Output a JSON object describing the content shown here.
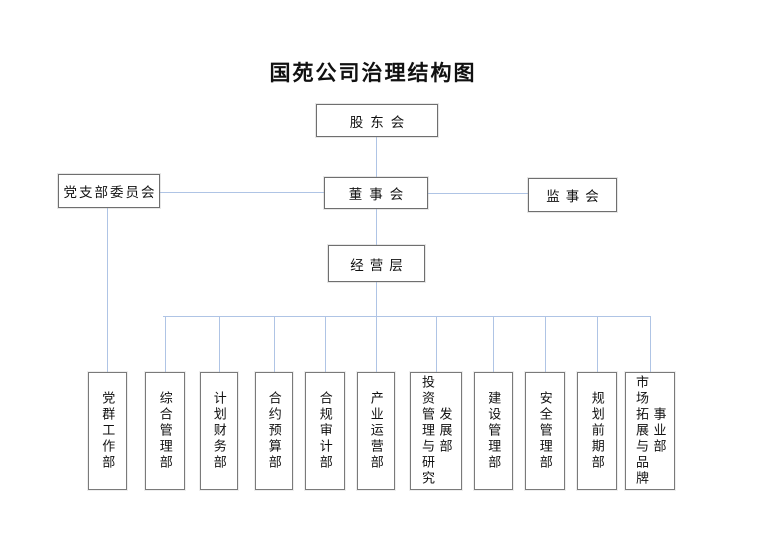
{
  "title": "国苑公司治理结构图",
  "colors": {
    "connector_line": "#afc4e5",
    "box_border": "#6f6f6f",
    "text": "#111111",
    "background": "#ffffff"
  },
  "nodes": {
    "shareholders": {
      "label": "股东会"
    },
    "party_branch": {
      "label": "党支部委员会"
    },
    "board": {
      "label": "董事会"
    },
    "supervisors": {
      "label": "监事会"
    },
    "management": {
      "label": "经营层"
    }
  },
  "departments": [
    {
      "label": "党群工作部"
    },
    {
      "label": "综合管理部"
    },
    {
      "label": "计划财务部"
    },
    {
      "label": "合约预算部"
    },
    {
      "label": "合规审计部"
    },
    {
      "label": "产业运营部"
    },
    {
      "label": "投资管理与研究发展部"
    },
    {
      "label": "建设管理部"
    },
    {
      "label": "安全管理部"
    },
    {
      "label": "规划前期部"
    },
    {
      "label": "市场拓展与品牌事业部"
    }
  ]
}
